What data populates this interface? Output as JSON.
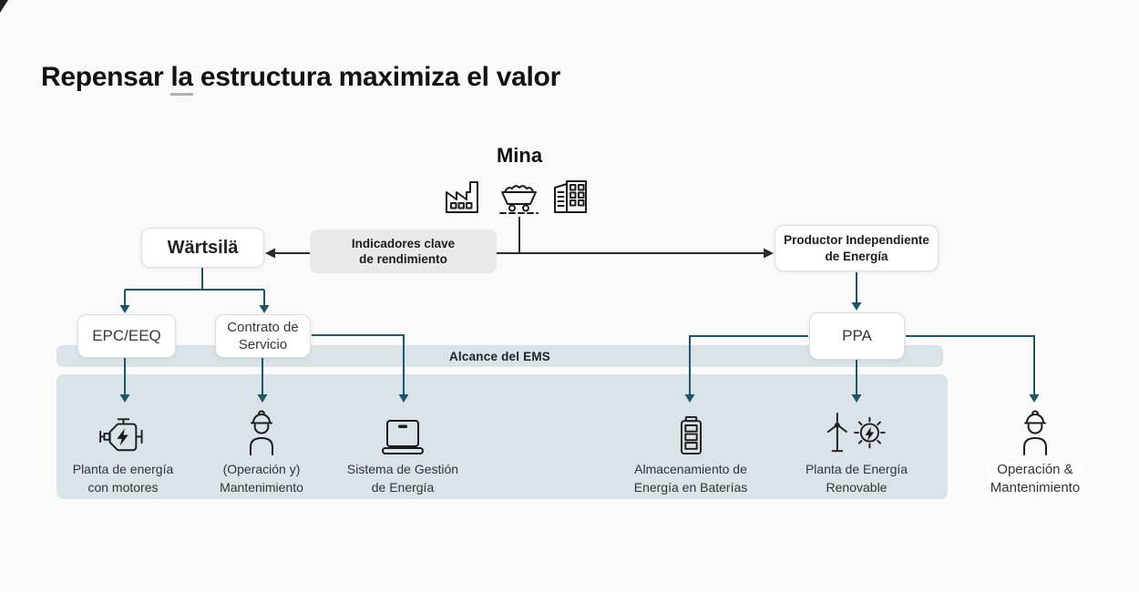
{
  "title": {
    "part1": "Repensar ",
    "part2": "la",
    "part3": " estructura maximiza el valor"
  },
  "mina": {
    "label": "Mina"
  },
  "boxes": {
    "kpi": {
      "line1": "Indicadores clave",
      "line2": "de rendimiento"
    },
    "wartsila": {
      "label": "Wärtsilä"
    },
    "ipp": {
      "line1": "Productor Independiente",
      "line2": "de Energía"
    },
    "epc": {
      "label": "EPC/EEQ"
    },
    "service": {
      "line1": "Contrato de",
      "line2": "Servicio"
    },
    "ppa": {
      "label": "PPA"
    }
  },
  "ems_band": {
    "label": "Alcance del EMS"
  },
  "items": [
    {
      "icon": "engine-plant-icon",
      "line1": "Planta de energía",
      "line2": "con motores"
    },
    {
      "icon": "worker-icon",
      "line1": "(Operación y)",
      "line2": "Mantenimiento"
    },
    {
      "icon": "laptop-icon",
      "line1": "Sistema de Gestión",
      "line2": "de Energía"
    },
    {
      "icon": "battery-icon",
      "line1": "Almacenamiento de",
      "line2": "Energía en Baterías"
    },
    {
      "icon": "renewable-plant-icon",
      "line1": "Planta de Energía",
      "line2": "Renovable"
    },
    {
      "icon": "worker-icon",
      "line1": "Operación &",
      "line2": "Mantenimiento"
    }
  ],
  "colors": {
    "accent_teal": "#1d5666",
    "line_dark": "#2b2b2b",
    "band_blue": "#d9e3e8",
    "box_border": "#d9dfe2",
    "kpi_bg": "#e9e9e9",
    "background": "#fafafa",
    "icon_ink": "#1c1c1c",
    "label_text": "#333333"
  }
}
